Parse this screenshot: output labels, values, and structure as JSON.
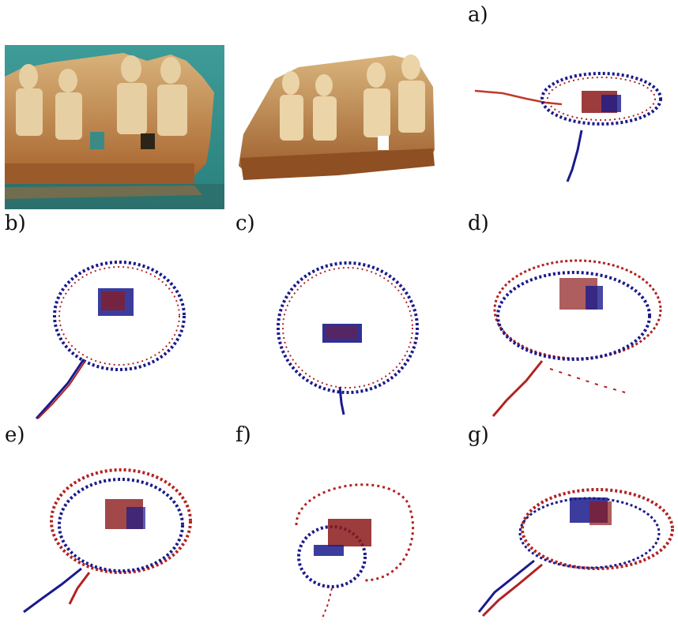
{
  "labels": {
    "a": "a)",
    "b": "b)",
    "c": "c)",
    "d": "d)",
    "e": "e)",
    "f": "f)",
    "g": "g)"
  },
  "colors": {
    "red": "#b22222",
    "blue": "#1a1a8c",
    "teal_bg": "#2f8f8a",
    "sandstone": "#c8955a"
  },
  "images": [
    {
      "name": "photo-statues-in-aquarium"
    },
    {
      "name": "photo-statues-isolated"
    }
  ],
  "panels": [
    "a",
    "b",
    "c",
    "d",
    "e",
    "f",
    "g"
  ]
}
